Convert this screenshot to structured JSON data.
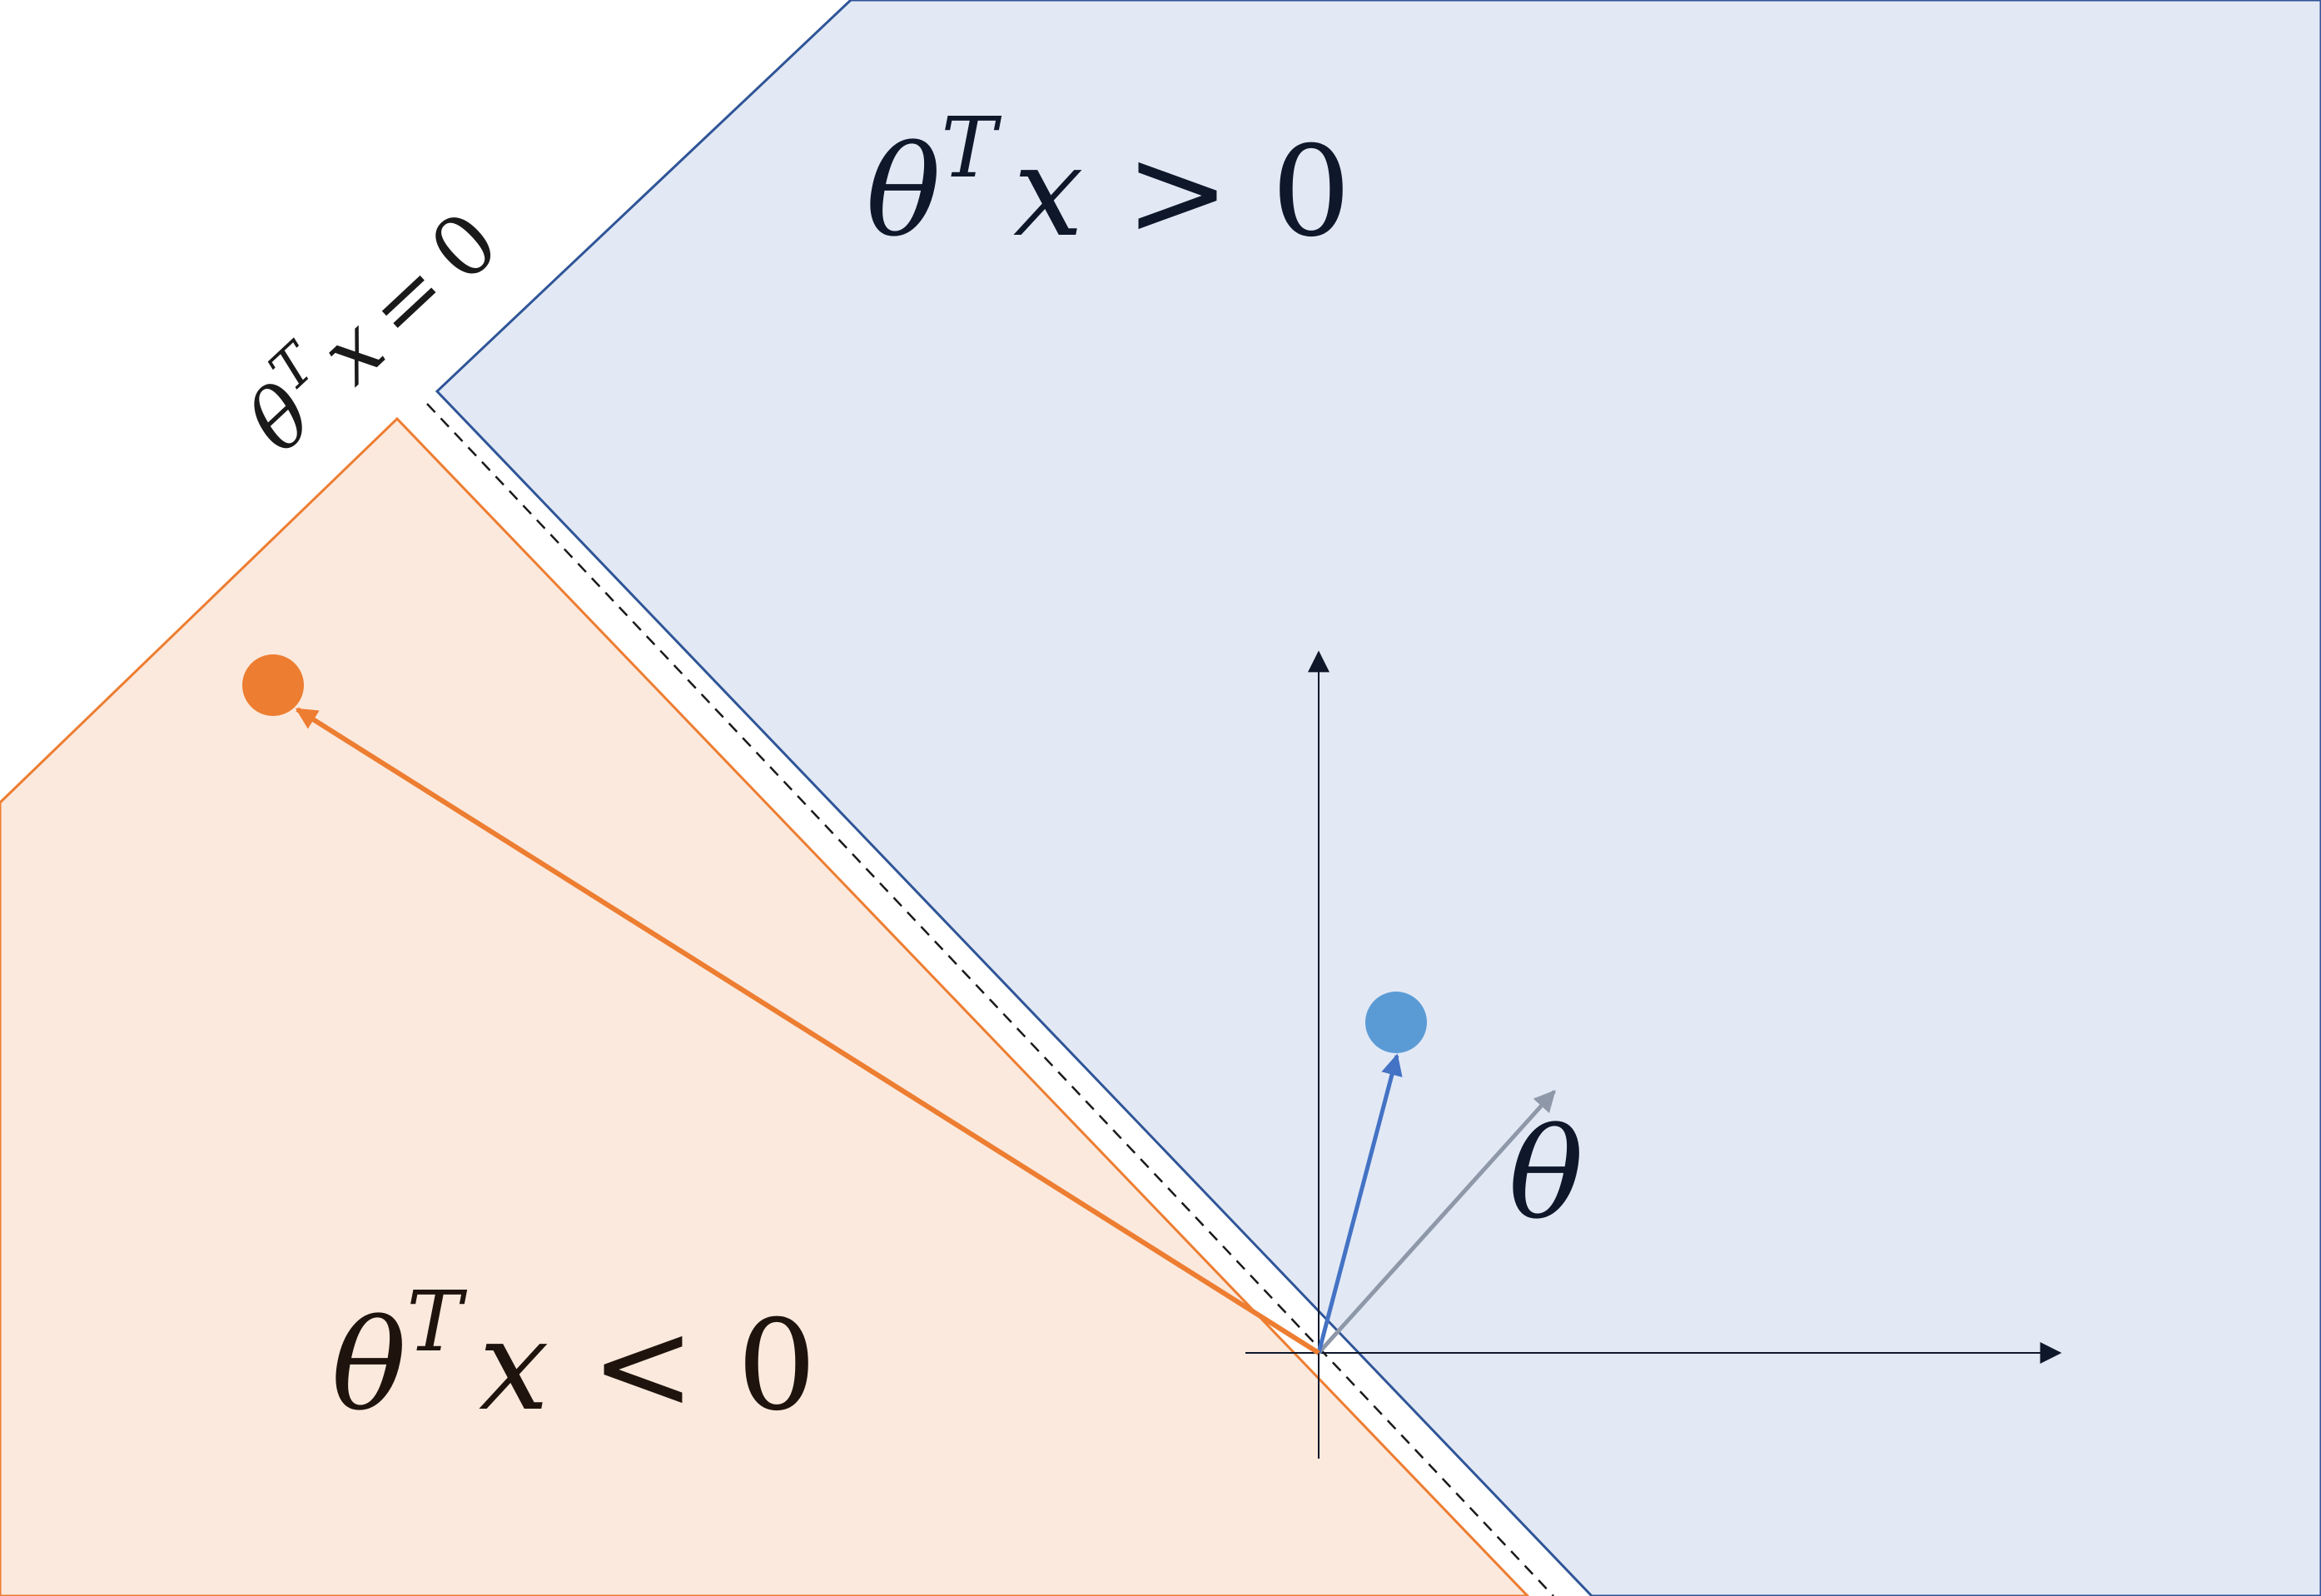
{
  "colors": {
    "background": "#ffffff",
    "positive_region_fill": "#e2e9f5",
    "positive_region_stroke": "#2f5597",
    "negative_region_fill": "#fbe9dd",
    "negative_region_stroke": "#ed7d31",
    "boundary_line": "#1a1a1a",
    "axis": "#0f172a",
    "theta_vector": "#8e98a8",
    "positive_point": "#5b9bd5",
    "positive_vector": "#4472c4",
    "negative_point": "#ed7d31",
    "label_positive": "#0f172a",
    "label_negative": "#1f140d"
  },
  "labels": {
    "positive_region": {
      "theta": "θ",
      "superscript": "T",
      "x": "x",
      "relation": ">",
      "zero": "0"
    },
    "negative_region": {
      "theta": "θ",
      "superscript": "T",
      "x": "x",
      "relation": "<",
      "zero": "0"
    },
    "boundary": {
      "theta": "θ",
      "superscript": "T",
      "x": "x",
      "relation": "=",
      "zero": "0"
    },
    "theta_vector": "θ"
  }
}
